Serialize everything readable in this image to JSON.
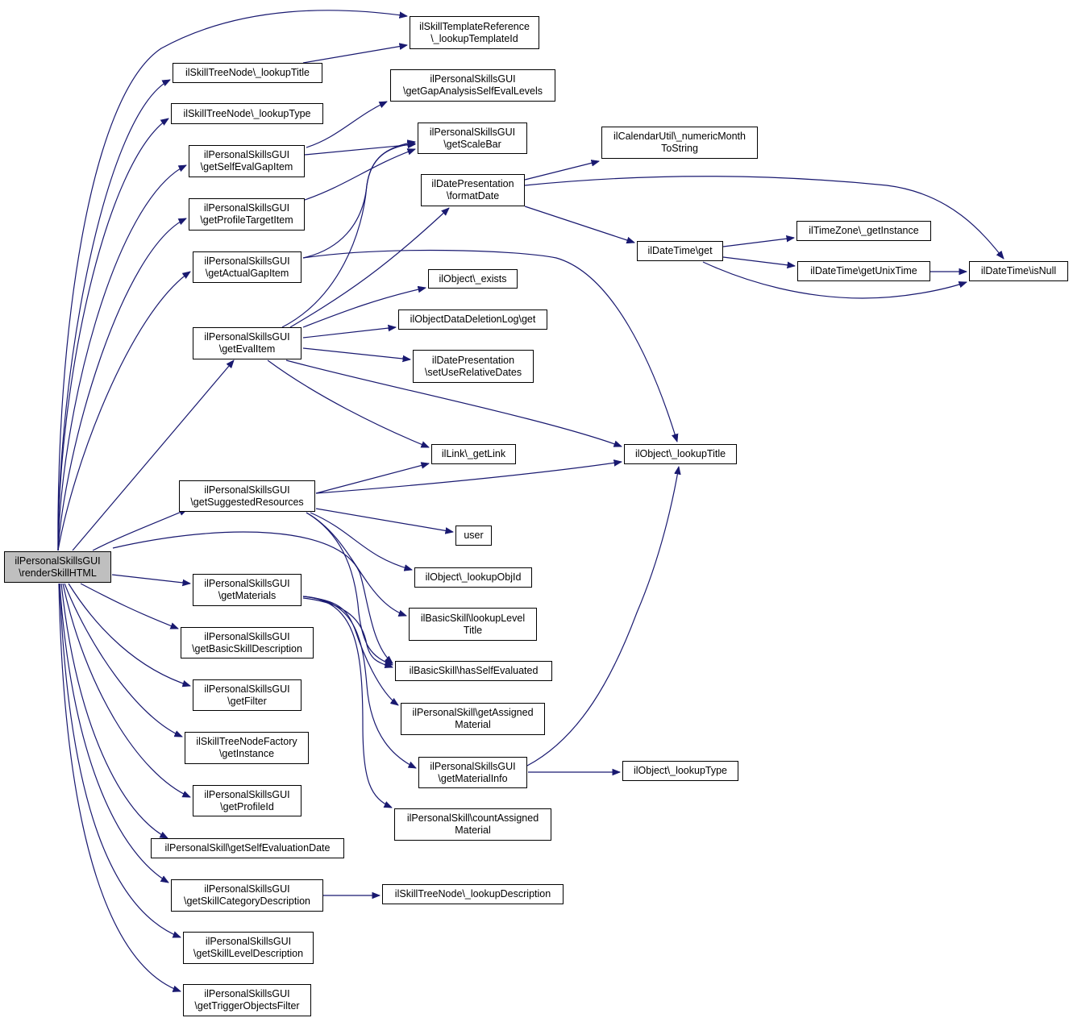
{
  "colors": {
    "edge": "#191970",
    "node_border": "#000000",
    "root_fill": "#bfbfbf",
    "node_fill": "#ffffff"
  },
  "nodes": [
    {
      "id": "renderSkillHTML",
      "lines": [
        "ilPersonalSkillsGUI",
        "\\renderSkillHTML"
      ],
      "root": true
    },
    {
      "id": "lookupTemplateId",
      "lines": [
        "ilSkillTemplateReference",
        "\\_lookupTemplateId"
      ]
    },
    {
      "id": "stnLookupTitle",
      "lines": [
        "ilSkillTreeNode\\_lookupTitle"
      ]
    },
    {
      "id": "stnLookupType",
      "lines": [
        "ilSkillTreeNode\\_lookupType"
      ]
    },
    {
      "id": "getGapAnalysisSelfEvalLevels",
      "lines": [
        "ilPersonalSkillsGUI",
        "\\getGapAnalysisSelfEvalLevels"
      ]
    },
    {
      "id": "getScaleBar",
      "lines": [
        "ilPersonalSkillsGUI",
        "\\getScaleBar"
      ]
    },
    {
      "id": "getSelfEvalGapItem",
      "lines": [
        "ilPersonalSkillsGUI",
        "\\getSelfEvalGapItem"
      ]
    },
    {
      "id": "getProfileTargetItem",
      "lines": [
        "ilPersonalSkillsGUI",
        "\\getProfileTargetItem"
      ]
    },
    {
      "id": "getActualGapItem",
      "lines": [
        "ilPersonalSkillsGUI",
        "\\getActualGapItem"
      ]
    },
    {
      "id": "formatDate",
      "lines": [
        "ilDatePresentation",
        "\\formatDate"
      ]
    },
    {
      "id": "numericMonthToString",
      "lines": [
        "ilCalendarUtil\\_numericMonth",
        "ToString"
      ]
    },
    {
      "id": "getEvalItem",
      "lines": [
        "ilPersonalSkillsGUI",
        "\\getEvalItem"
      ]
    },
    {
      "id": "objExists",
      "lines": [
        "ilObject\\_exists"
      ]
    },
    {
      "id": "deletionLogGet",
      "lines": [
        "ilObjectDataDeletionLog\\get"
      ]
    },
    {
      "id": "setUseRelativeDates",
      "lines": [
        "ilDatePresentation",
        "\\setUseRelativeDates"
      ]
    },
    {
      "id": "dateTimeGet",
      "lines": [
        "ilDateTime\\get"
      ]
    },
    {
      "id": "tzGetInstance",
      "lines": [
        "ilTimeZone\\_getInstance"
      ]
    },
    {
      "id": "getUnixTime",
      "lines": [
        "ilDateTime\\getUnixTime"
      ]
    },
    {
      "id": "isNull",
      "lines": [
        "ilDateTime\\isNull"
      ]
    },
    {
      "id": "getLink",
      "lines": [
        "ilLink\\_getLink"
      ]
    },
    {
      "id": "objLookupTitle",
      "lines": [
        "ilObject\\_lookupTitle"
      ]
    },
    {
      "id": "getSuggestedResources",
      "lines": [
        "ilPersonalSkillsGUI",
        "\\getSuggestedResources"
      ]
    },
    {
      "id": "user",
      "lines": [
        "user"
      ]
    },
    {
      "id": "lookupObjId",
      "lines": [
        "ilObject\\_lookupObjId"
      ]
    },
    {
      "id": "lookupLevelTitle",
      "lines": [
        "ilBasicSkill\\lookupLevel",
        "Title"
      ]
    },
    {
      "id": "hasSelfEvaluated",
      "lines": [
        "ilBasicSkill\\hasSelfEvaluated"
      ]
    },
    {
      "id": "getMaterials",
      "lines": [
        "ilPersonalSkillsGUI",
        "\\getMaterials"
      ]
    },
    {
      "id": "getBasicSkillDescription",
      "lines": [
        "ilPersonalSkillsGUI",
        "\\getBasicSkillDescription"
      ]
    },
    {
      "id": "getAssignedMaterial",
      "lines": [
        "ilPersonalSkill\\getAssigned",
        "Material"
      ]
    },
    {
      "id": "getFilter",
      "lines": [
        "ilPersonalSkillsGUI",
        "\\getFilter"
      ]
    },
    {
      "id": "stnfGetInstance",
      "lines": [
        "ilSkillTreeNodeFactory",
        "\\getInstance"
      ]
    },
    {
      "id": "getMaterialInfo",
      "lines": [
        "ilPersonalSkillsGUI",
        "\\getMaterialInfo"
      ]
    },
    {
      "id": "objLookupType",
      "lines": [
        "ilObject\\_lookupType"
      ]
    },
    {
      "id": "getProfileId",
      "lines": [
        "ilPersonalSkillsGUI",
        "\\getProfileId"
      ]
    },
    {
      "id": "countAssignedMaterial",
      "lines": [
        "ilPersonalSkill\\countAssigned",
        "Material"
      ]
    },
    {
      "id": "getSelfEvaluationDate",
      "lines": [
        "ilPersonalSkill\\getSelfEvaluationDate"
      ]
    },
    {
      "id": "getSkillCategoryDescription",
      "lines": [
        "ilPersonalSkillsGUI",
        "\\getSkillCategoryDescription"
      ]
    },
    {
      "id": "stnLookupDescription",
      "lines": [
        "ilSkillTreeNode\\_lookupDescription"
      ]
    },
    {
      "id": "getSkillLevelDescription",
      "lines": [
        "ilPersonalSkillsGUI",
        "\\getSkillLevelDescription"
      ]
    },
    {
      "id": "getTriggerObjectsFilter",
      "lines": [
        "ilPersonalSkillsGUI",
        "\\getTriggerObjectsFilter"
      ]
    }
  ]
}
